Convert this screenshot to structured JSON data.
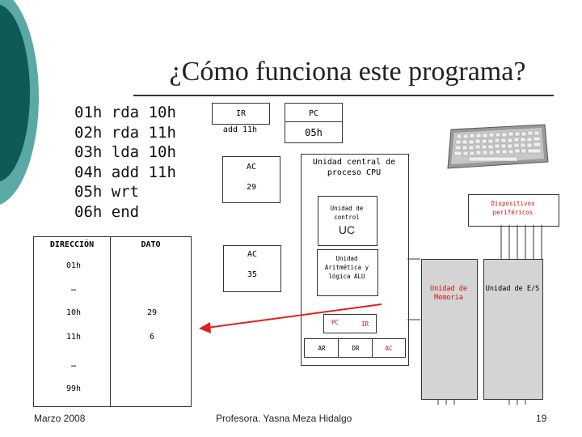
{
  "slide": {
    "title": "¿Cómo funciona este programa?",
    "footer_left": "Marzo 2008",
    "footer_center": "Profesora. Yasna Meza Hidalgo",
    "page_number": "19",
    "colors": {
      "teal_dark": "#0e5a56",
      "teal_light": "#5aa9a4",
      "arrow": "#e02020",
      "shaded_box": "#d4d4d4"
    }
  },
  "program": {
    "lines": [
      {
        "addr": "01h",
        "op": "rda",
        "arg": "10h"
      },
      {
        "addr": "02h",
        "op": "rda",
        "arg": "11h"
      },
      {
        "addr": "03h",
        "op": "lda",
        "arg": "10h"
      },
      {
        "addr": "04h",
        "op": "add",
        "arg": "11h"
      },
      {
        "addr": "05h",
        "op": "wrt",
        "arg": ""
      },
      {
        "addr": "06h",
        "op": "end",
        "arg": ""
      }
    ]
  },
  "memory_table": {
    "header_address": "DIRECCIÓN",
    "header_data": "DATO",
    "rows": [
      {
        "address": "01h",
        "data": ""
      },
      {
        "address": "…",
        "data": ""
      },
      {
        "address": "10h",
        "data": "29"
      },
      {
        "address": "11h",
        "data": "6"
      },
      {
        "address": "…",
        "data": ""
      },
      {
        "address": "99h",
        "data": ""
      }
    ]
  },
  "registers": {
    "ir_label": "IR",
    "ir_value": "add 11h",
    "pc_label": "PC",
    "pc_value": "05h",
    "ac_label": "AC",
    "ac_value": "29",
    "ac2_label": "AC",
    "ac2_value": "35"
  },
  "cpu": {
    "title": "Unidad central de proceso CPU",
    "control_unit": "Unidad de control",
    "uc": "UC",
    "alu": "Unidad Aritmética y lógica ALU",
    "reg_pc": "PC",
    "reg_ir": "IR",
    "reg_ar": "AR",
    "reg_dr": "DR",
    "reg_ac": "AC"
  },
  "peripherals": {
    "label": "Dispositivos periféricos",
    "memory_unit": "Unidad de Memoria",
    "io_unit": "Unidad de E/S"
  }
}
